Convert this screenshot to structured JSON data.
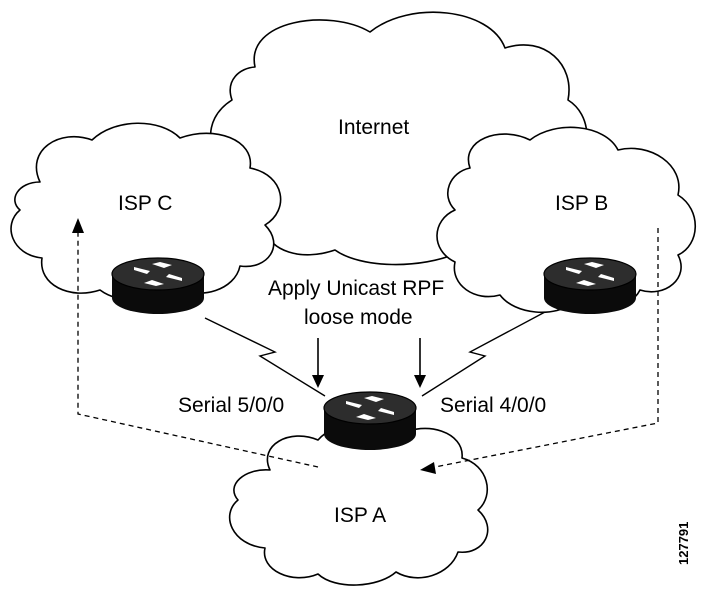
{
  "clouds": {
    "internet": "Internet",
    "isp_c": "ISP C",
    "isp_b": "ISP B",
    "isp_a": "ISP A"
  },
  "annotation": {
    "line1": "Apply Unicast RPF",
    "line2": "loose mode"
  },
  "interfaces": {
    "left": "Serial 5/0/0",
    "right": "Serial 4/0/0"
  },
  "figure_id": "127791",
  "colors": {
    "line": "#000000",
    "router": "#1a1a1a",
    "background": "#ffffff"
  }
}
